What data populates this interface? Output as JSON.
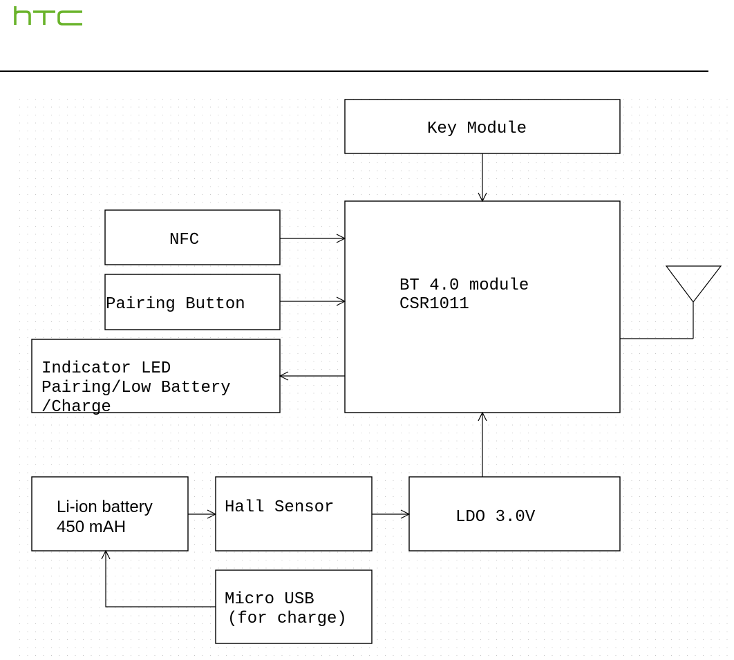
{
  "logo": {
    "text": "htc",
    "color": "#69B32A"
  },
  "blocks": {
    "key_module": {
      "label": "Key Module"
    },
    "bt_module": {
      "line1": "BT 4.0 module",
      "line2": "CSR1011"
    },
    "nfc": {
      "label": "NFC"
    },
    "pairing_button": {
      "label": "Pairing Button"
    },
    "indicator_led": {
      "line1": "Indicator LED",
      "line2": "Pairing/Low Battery",
      "line3": "/Charge"
    },
    "battery": {
      "line1": "Li-ion battery",
      "line2": "450 mAH"
    },
    "hall_sensor": {
      "label": "Hall Sensor"
    },
    "ldo": {
      "label": "LDO 3.0V"
    },
    "micro_usb": {
      "line1": "Micro USB",
      "line2": "(for charge)"
    }
  },
  "connections": [
    {
      "from": "key_module",
      "to": "bt_module"
    },
    {
      "from": "nfc",
      "to": "bt_module"
    },
    {
      "from": "pairing_button",
      "to": "bt_module"
    },
    {
      "from": "bt_module",
      "to": "indicator_led"
    },
    {
      "from": "bt_module",
      "to": "antenna"
    },
    {
      "from": "battery",
      "to": "hall_sensor"
    },
    {
      "from": "hall_sensor",
      "to": "ldo"
    },
    {
      "from": "ldo",
      "to": "bt_module"
    },
    {
      "from": "micro_usb",
      "to": "battery"
    }
  ],
  "grid_dot_color": "#c8c8c8"
}
